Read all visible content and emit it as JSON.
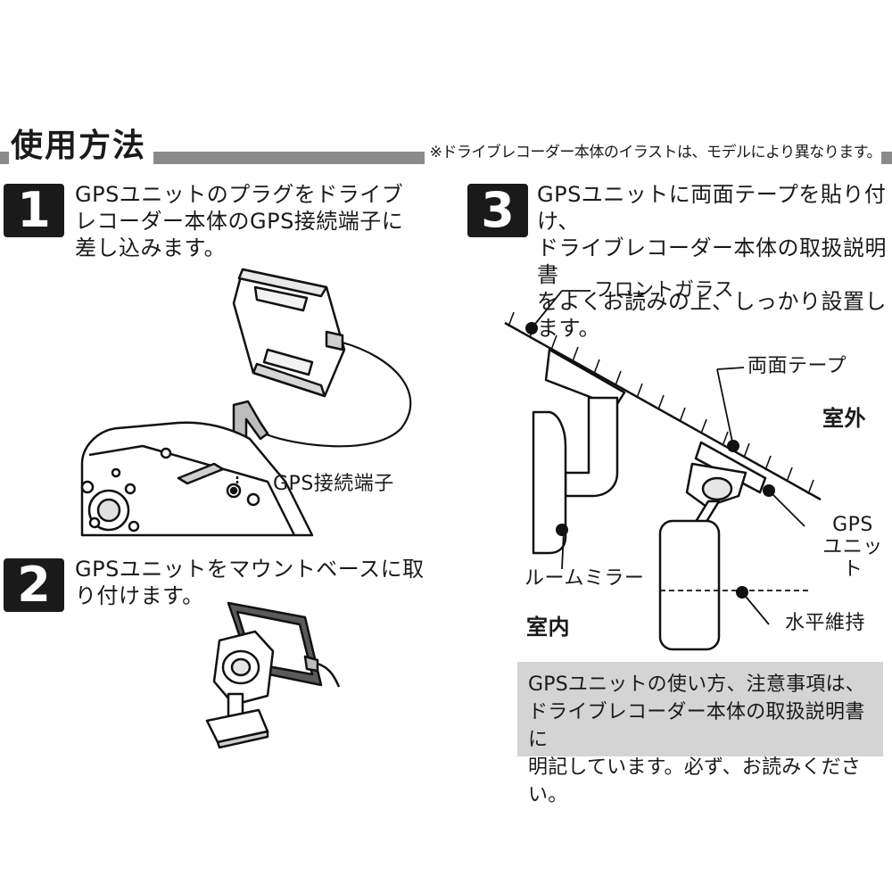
{
  "header": {
    "title": "使用方法",
    "note": "※ドライブレコーダー本体のイラストは、モデルにより異なります。"
  },
  "steps": [
    {
      "number": "1",
      "text": "GPSユニットのプラグをドライブ\nレコーダー本体のGPS接続端子に\n差し込みます。"
    },
    {
      "number": "2",
      "text": "GPSユニットをマウントベースに取\nり付けます。"
    },
    {
      "number": "3",
      "text": "GPSユニットに両面テープを貼り付け、\nドライブレコーダー本体の取扱説明書\nをよくお読みの上、しっかり設置します。"
    }
  ],
  "step1_labels": {
    "gps_terminal": "GPS接続端子"
  },
  "step3_labels": {
    "front_glass": "フロントガラス",
    "double_sided_tape": "両面テープ",
    "outside": "室外",
    "gps_unit": "GPS\nユニット",
    "room_mirror": "ルームミラー",
    "inside": "室内",
    "horizontal": "水平維持"
  },
  "caution": "GPSユニットの使い方、注意事項は、\nドライブレコーダー本体の取扱説明書に\n明記しています。必ず、お読みください。"
}
